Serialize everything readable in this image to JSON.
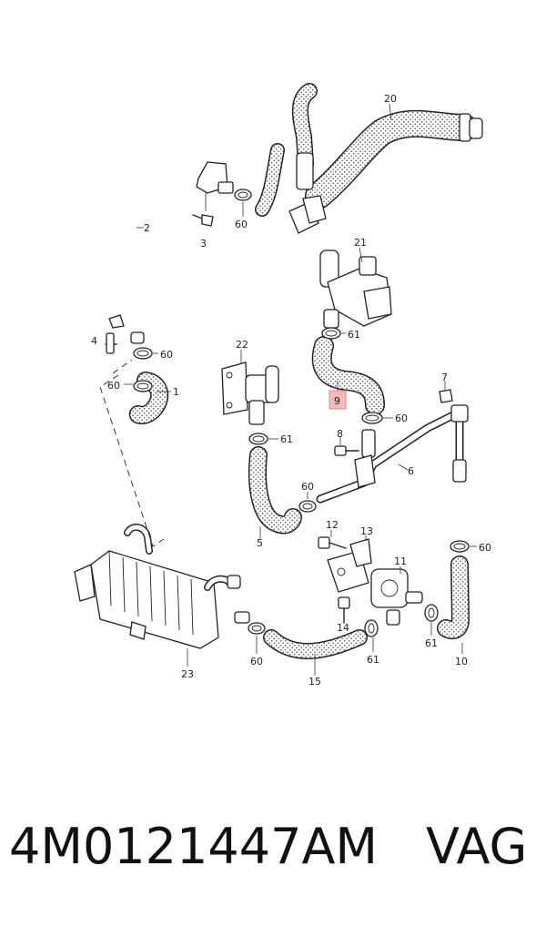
{
  "callouts": {
    "c1": "1",
    "c2": "2",
    "c3": "3",
    "c4": "4",
    "c5": "5",
    "c6": "6",
    "c7": "7",
    "c8": "8",
    "c9": "9",
    "c10": "10",
    "c11": "11",
    "c12": "12",
    "c13": "13",
    "c14": "14",
    "c15": "15",
    "c20": "20",
    "c21": "21",
    "c22": "22",
    "c23": "23",
    "c60a": "60",
    "c60b": "60",
    "c60c": "60",
    "c60d": "60",
    "c60e": "60",
    "c60f": "60",
    "c60g": "60",
    "c61a": "61",
    "c61b": "61",
    "c61c": "61",
    "c61d": "61"
  },
  "footer": {
    "part_number": "4M0121447AM",
    "brand": "VAG"
  },
  "colors": {
    "highlight": "#f6b8b8"
  }
}
